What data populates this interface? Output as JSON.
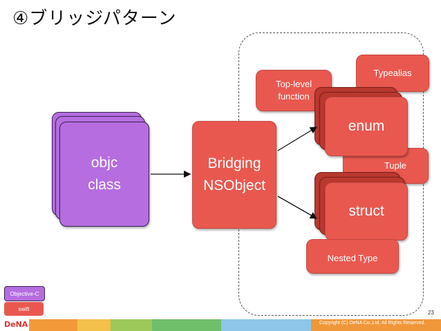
{
  "title": "④ブリッジパターン",
  "diagram": {
    "objc_box": {
      "line1": "objc",
      "line2": "class"
    },
    "bridging_box": {
      "line1": "Bridging",
      "line2": "NSObject"
    },
    "swift_types": {
      "typealias": "Typealias",
      "top_level_function_line1": "Top-level",
      "top_level_function_line2": "function",
      "enum": "enum",
      "tuple": "Tuple",
      "struct": "struct",
      "nested_type": "Nested Type"
    }
  },
  "legend": {
    "objective_c": "Objective-C",
    "swift": "swift"
  },
  "footer": {
    "logo": "DeNA",
    "copyright": "Copyright (C) DeNA Co.,Ltd. All Rights Reserved.",
    "page_number": "23"
  },
  "colors": {
    "objc": "#b56de0",
    "swift": "#e9584f",
    "swift_dark": "#b9382f"
  }
}
